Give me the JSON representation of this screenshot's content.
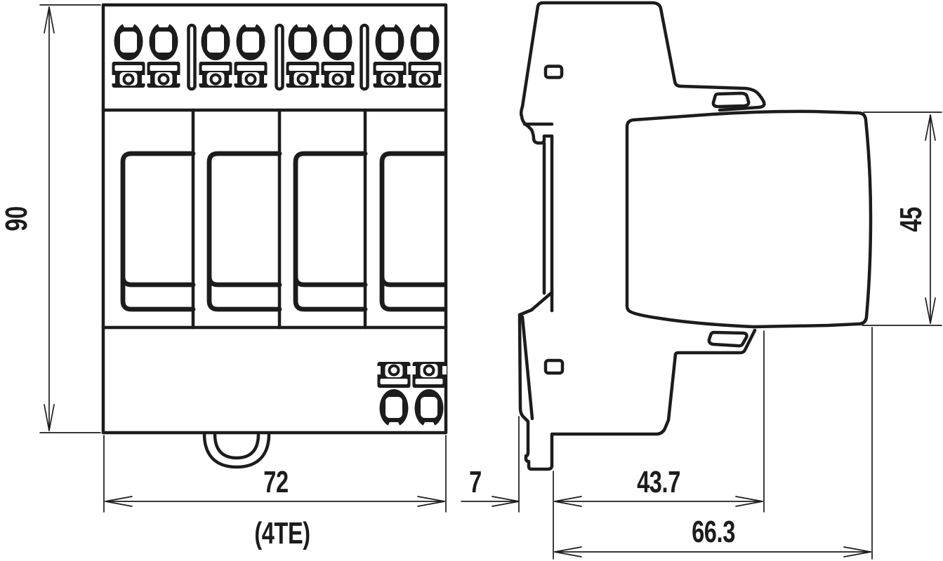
{
  "drawing": {
    "front_view": {
      "dimensions": {
        "height": "90",
        "width": "72",
        "module_width": "(4TE)"
      }
    },
    "side_view": {
      "dimensions": {
        "rail_depth": "7",
        "front_depth": "43.7",
        "total_depth": "66.3",
        "body_height": "45"
      }
    }
  },
  "colors": {
    "line": "#1c1c1c",
    "background": "#ffffff"
  }
}
